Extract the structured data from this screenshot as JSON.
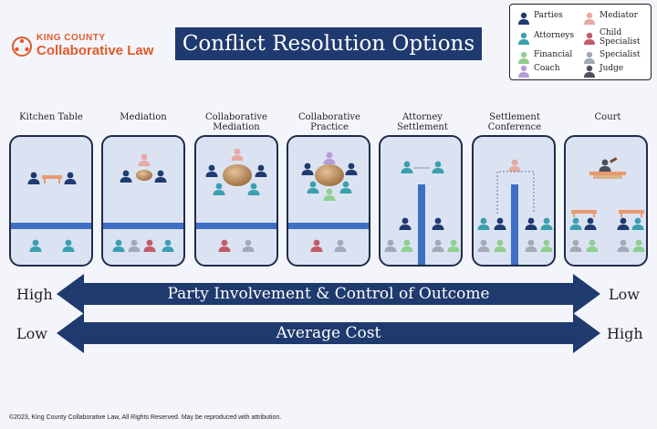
{
  "logo": {
    "line1": "KING COUNTY",
    "line2": "Collaborative Law"
  },
  "title": "Conflict Resolution Options",
  "legend": {
    "items": [
      {
        "label": "Parties",
        "color": "#1f3a6e"
      },
      {
        "label": "Mediator",
        "color": "#e8a9a0"
      },
      {
        "label": "Attorneys",
        "color": "#3aa0b0"
      },
      {
        "label": "Child Specialist",
        "color": "#c25a68"
      },
      {
        "label": "Financial",
        "color": "#8fcf8f"
      },
      {
        "label": "Specialist",
        "color": "#a4a9b8"
      },
      {
        "label": "Coach",
        "color": "#b79bd8"
      },
      {
        "label": "Judge",
        "color": "#4a4f5a"
      }
    ]
  },
  "columns": [
    {
      "label": "Kitchen Table"
    },
    {
      "label": "Mediation"
    },
    {
      "label": "Collaborative Mediation"
    },
    {
      "label": "Collaborative Practice"
    },
    {
      "label": "Attorney Settlement"
    },
    {
      "label": "Settlement Conference"
    },
    {
      "label": "Court"
    }
  ],
  "arrows": [
    {
      "text": "Party Involvement & Control of Outcome",
      "left": "High",
      "right": "Low"
    },
    {
      "text": "Average Cost",
      "left": "Low",
      "right": "High"
    }
  ],
  "footer": "©2023, King County Collaborative Law, All Rights Reserved. May be reproduced with attribution.",
  "colors": {
    "navy": "#1f3a6e",
    "panel": "#dbe3f3",
    "bar": "#3f6fc4",
    "table": "#e89a6e"
  }
}
